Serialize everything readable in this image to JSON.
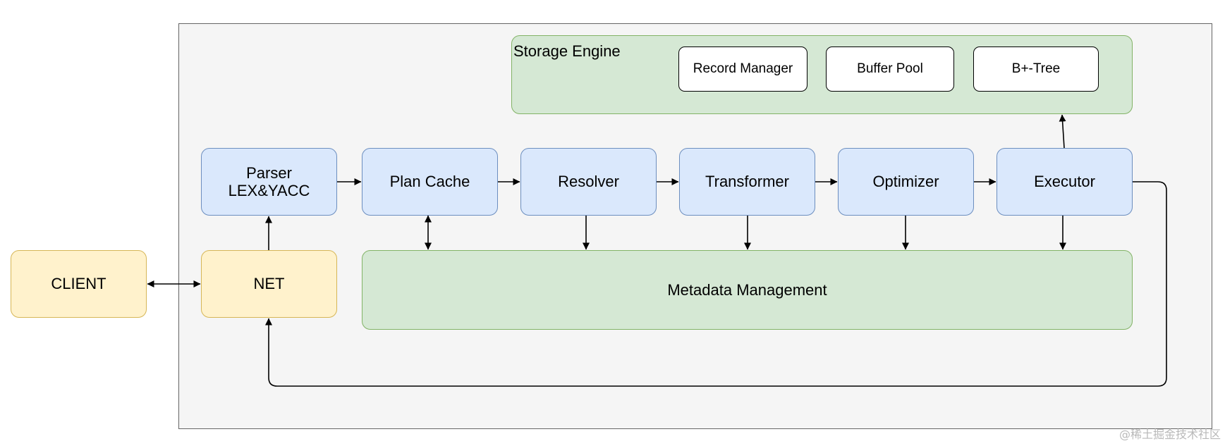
{
  "client": {
    "label": "CLIENT"
  },
  "net": {
    "label": "NET"
  },
  "storage_engine": {
    "title": "Storage Engine",
    "components": [
      "Record Manager",
      "Buffer Pool",
      "B+-Tree"
    ]
  },
  "pipeline": [
    {
      "label": "Parser\nLEX&YACC"
    },
    {
      "label": "Plan Cache"
    },
    {
      "label": "Resolver"
    },
    {
      "label": "Transformer"
    },
    {
      "label": "Optimizer"
    },
    {
      "label": "Executor"
    }
  ],
  "metadata": {
    "label": "Metadata Management"
  },
  "watermark": "@稀土掘金技术社区",
  "colors": {
    "blue_fill": "#dae8fc",
    "blue_stroke": "#6c8ebf",
    "yellow_fill": "#fff2cc",
    "yellow_stroke": "#d6b656",
    "green_fill": "#d5e8d4",
    "green_stroke": "#82b366",
    "frame_fill": "#f5f5f5"
  }
}
